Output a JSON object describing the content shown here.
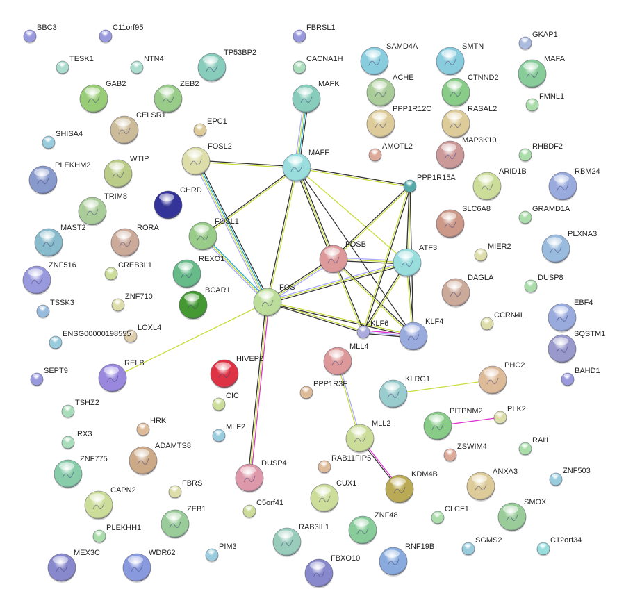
{
  "network": {
    "nodes": [
      {
        "id": "BBC3",
        "color": "#9999dd"
      },
      {
        "id": "C11orf95",
        "color": "#9999dd"
      },
      {
        "id": "FBRSL1",
        "color": "#9999dd"
      },
      {
        "id": "GKAP1",
        "color": "#aabbdd"
      },
      {
        "id": "TESK1",
        "color": "#aaddcc"
      },
      {
        "id": "NTN4",
        "color": "#aaddcc"
      },
      {
        "id": "TP53BP2",
        "color": "#88ccbb"
      },
      {
        "id": "CACNA1H",
        "color": "#aaddbb"
      },
      {
        "id": "SAMD4A",
        "color": "#88ccdd"
      },
      {
        "id": "SMTN",
        "color": "#88ccdd"
      },
      {
        "id": "MAFA",
        "color": "#88cc99"
      },
      {
        "id": "GAB2",
        "color": "#99cc77"
      },
      {
        "id": "ZEB2",
        "color": "#99cc88"
      },
      {
        "id": "MAFK",
        "color": "#88ccbb"
      },
      {
        "id": "ACHE",
        "color": "#aacc99"
      },
      {
        "id": "CTNND2",
        "color": "#88cc88"
      },
      {
        "id": "FMNL1",
        "color": "#aaddaa"
      },
      {
        "id": "CELSR1",
        "color": "#ccbb99"
      },
      {
        "id": "EPC1",
        "color": "#ddcc99"
      },
      {
        "id": "PPP1R12C",
        "color": "#ddcc99"
      },
      {
        "id": "RASAL2",
        "color": "#ddcc99"
      },
      {
        "id": "SHISA4",
        "color": "#99ccdd"
      },
      {
        "id": "MAP3K10",
        "color": "#cc9999"
      },
      {
        "id": "AMOTL2",
        "color": "#ddaa99"
      },
      {
        "id": "RHBDF2",
        "color": "#aaddaa"
      },
      {
        "id": "FOSL2",
        "color": "#ddddaa"
      },
      {
        "id": "MAFF",
        "color": "#99dddd"
      },
      {
        "id": "WTIP",
        "color": "#bbcc88"
      },
      {
        "id": "PLEKHM2",
        "color": "#8899cc"
      },
      {
        "id": "CHRD",
        "color": "#333399"
      },
      {
        "id": "PPP1R15A",
        "color": "#55aaaa"
      },
      {
        "id": "ARID1B",
        "color": "#ccdd99"
      },
      {
        "id": "RBM24",
        "color": "#99aadd"
      },
      {
        "id": "GRAMD1A",
        "color": "#aaddaa"
      },
      {
        "id": "TRIM8",
        "color": "#aacc99"
      },
      {
        "id": "FOSL1",
        "color": "#99cc88"
      },
      {
        "id": "MAST2",
        "color": "#88bbcc"
      },
      {
        "id": "RORA",
        "color": "#ccaa99"
      },
      {
        "id": "SLC6A8",
        "color": "#cc9988"
      },
      {
        "id": "PLXNA3",
        "color": "#99bbdd"
      },
      {
        "id": "FOSB",
        "color": "#dd9999"
      },
      {
        "id": "ATF3",
        "color": "#99dddd"
      },
      {
        "id": "MIER2",
        "color": "#ddddaa"
      },
      {
        "id": "REXO1",
        "color": "#66bb88"
      },
      {
        "id": "ZNF516",
        "color": "#9999dd"
      },
      {
        "id": "CREB3L1",
        "color": "#ccdd99"
      },
      {
        "id": "BCAR1",
        "color": "#449933"
      },
      {
        "id": "FOS",
        "color": "#bbdd99"
      },
      {
        "id": "DAGLA",
        "color": "#ccaa99"
      },
      {
        "id": "DUSP8",
        "color": "#aaddaa"
      },
      {
        "id": "TSSK3",
        "color": "#99bbdd"
      },
      {
        "id": "ZNF710",
        "color": "#ddddaa"
      },
      {
        "id": "EBF4",
        "color": "#99aadd"
      },
      {
        "id": "KLF6",
        "color": "#aaaadd"
      },
      {
        "id": "KLF4",
        "color": "#99aadd"
      },
      {
        "id": "CCRN4L",
        "color": "#ddddaa"
      },
      {
        "id": "LOXL4",
        "color": "#ddccaa"
      },
      {
        "id": "ENSG00000198555",
        "color": "#99ccdd"
      },
      {
        "id": "SQSTM1",
        "color": "#9999cc"
      },
      {
        "id": "MLL4",
        "color": "#dd9999"
      },
      {
        "id": "HIVEP2",
        "color": "#dd3344"
      },
      {
        "id": "RELB",
        "color": "#9988dd"
      },
      {
        "id": "SEPT9",
        "color": "#9999dd"
      },
      {
        "id": "BAHD1",
        "color": "#9999dd"
      },
      {
        "id": "PHC2",
        "color": "#ddbb99"
      },
      {
        "id": "KLRG1",
        "color": "#99cccc"
      },
      {
        "id": "PPP1R3F",
        "color": "#ddbb99"
      },
      {
        "id": "CIC",
        "color": "#ccdd99"
      },
      {
        "id": "TSHZ2",
        "color": "#aaddbb"
      },
      {
        "id": "PLK2",
        "color": "#ddddaa"
      },
      {
        "id": "PITPNM2",
        "color": "#88cc88"
      },
      {
        "id": "HRK",
        "color": "#ddbb99"
      },
      {
        "id": "MLF2",
        "color": "#99ccdd"
      },
      {
        "id": "MLL2",
        "color": "#ccdd99"
      },
      {
        "id": "IRX3",
        "color": "#aaddbb"
      },
      {
        "id": "ZSWIM4",
        "color": "#ddaa99"
      },
      {
        "id": "RAI1",
        "color": "#aaddaa"
      },
      {
        "id": "ADAMTS8",
        "color": "#ccaa88"
      },
      {
        "id": "ZNF775",
        "color": "#88ccaa"
      },
      {
        "id": "RAB11FIP5",
        "color": "#ddbb99"
      },
      {
        "id": "DUSP4",
        "color": "#dd99aa"
      },
      {
        "id": "KDM4B",
        "color": "#bbaa55"
      },
      {
        "id": "ANXA3",
        "color": "#ddcc99"
      },
      {
        "id": "ZNF503",
        "color": "#99ccdd"
      },
      {
        "id": "FBRS",
        "color": "#ddddaa"
      },
      {
        "id": "CAPN2",
        "color": "#ccdd99"
      },
      {
        "id": "CUX1",
        "color": "#ccdd99"
      },
      {
        "id": "C5orf41",
        "color": "#ccdd99"
      },
      {
        "id": "SMOX",
        "color": "#99cc99"
      },
      {
        "id": "CLCF1",
        "color": "#aaddaa"
      },
      {
        "id": "ZEB1",
        "color": "#99cc99"
      },
      {
        "id": "ZNF48",
        "color": "#88cc99"
      },
      {
        "id": "PLEKHH1",
        "color": "#aaddaa"
      },
      {
        "id": "RAB3IL1",
        "color": "#99ccbb"
      },
      {
        "id": "SGMS2",
        "color": "#99ccdd"
      },
      {
        "id": "C12orf34",
        "color": "#99dddd"
      },
      {
        "id": "RNF19B",
        "color": "#88aadd"
      },
      {
        "id": "PIM3",
        "color": "#99ccdd"
      },
      {
        "id": "MEX3C",
        "color": "#8888cc"
      },
      {
        "id": "WDR62",
        "color": "#8899dd"
      },
      {
        "id": "FBXO10",
        "color": "#8888cc"
      }
    ],
    "edge_colors": {
      "black": "#333333",
      "yellow": "#c8dc3c",
      "teal": "#22aacc",
      "blue": "#aaaaff",
      "magenta": "#dd33cc"
    },
    "edges": [
      {
        "s": "MAFK",
        "t": "MAFF",
        "c": [
          "black",
          "teal",
          "yellow",
          "blue"
        ]
      },
      {
        "s": "MAFF",
        "t": "FOSL2",
        "c": [
          "yellow",
          "black"
        ]
      },
      {
        "s": "MAFF",
        "t": "FOSL1",
        "c": [
          "yellow",
          "black"
        ]
      },
      {
        "s": "MAFF",
        "t": "FOS",
        "c": [
          "yellow",
          "black"
        ]
      },
      {
        "s": "MAFF",
        "t": "FOSB",
        "c": [
          "black",
          "yellow",
          "black"
        ]
      },
      {
        "s": "MAFF",
        "t": "PPP1R15A",
        "c": [
          "black",
          "yellow"
        ]
      },
      {
        "s": "MAFF",
        "t": "ATF3",
        "c": [
          "yellow"
        ]
      },
      {
        "s": "MAFF",
        "t": "KLF4",
        "c": [
          "black"
        ]
      },
      {
        "s": "FOSL2",
        "t": "FOS",
        "c": [
          "black",
          "teal",
          "yellow",
          "blue"
        ]
      },
      {
        "s": "FOSL1",
        "t": "FOS",
        "c": [
          "teal",
          "yellow",
          "blue"
        ]
      },
      {
        "s": "FOS",
        "t": "FOSB",
        "c": [
          "black",
          "yellow",
          "blue"
        ]
      },
      {
        "s": "FOS",
        "t": "ATF3",
        "c": [
          "blue",
          "yellow",
          "black"
        ]
      },
      {
        "s": "FOS",
        "t": "KLF6",
        "c": [
          "yellow",
          "black"
        ]
      },
      {
        "s": "FOS",
        "t": "KLF4",
        "c": [
          "yellow",
          "black"
        ]
      },
      {
        "s": "FOS",
        "t": "RELB",
        "c": [
          "yellow"
        ]
      },
      {
        "s": "FOS",
        "t": "DUSP4",
        "c": [
          "magenta",
          "yellow",
          "black"
        ]
      },
      {
        "s": "FOSB",
        "t": "PPP1R15A",
        "c": [
          "black",
          "yellow"
        ]
      },
      {
        "s": "FOSB",
        "t": "ATF3",
        "c": [
          "blue",
          "yellow",
          "black"
        ]
      },
      {
        "s": "FOSB",
        "t": "KLF6",
        "c": [
          "black",
          "yellow"
        ]
      },
      {
        "s": "FOSB",
        "t": "KLF4",
        "c": [
          "black",
          "yellow"
        ]
      },
      {
        "s": "PPP1R15A",
        "t": "ATF3",
        "c": [
          "yellow",
          "black"
        ]
      },
      {
        "s": "PPP1R15A",
        "t": "KLF6",
        "c": [
          "black",
          "yellow"
        ]
      },
      {
        "s": "PPP1R15A",
        "t": "KLF4",
        "c": [
          "black"
        ]
      },
      {
        "s": "ATF3",
        "t": "KLF6",
        "c": [
          "yellow",
          "black"
        ]
      },
      {
        "s": "ATF3",
        "t": "KLF4",
        "c": [
          "black",
          "yellow"
        ]
      },
      {
        "s": "KLF6",
        "t": "KLF4",
        "c": [
          "magenta",
          "blue",
          "black"
        ]
      },
      {
        "s": "MLL4",
        "t": "MLL2",
        "c": [
          "blue",
          "yellow"
        ]
      },
      {
        "s": "MLL2",
        "t": "KDM4B",
        "c": [
          "magenta",
          "black"
        ]
      },
      {
        "s": "KLRG1",
        "t": "PHC2",
        "c": [
          "yellow"
        ]
      },
      {
        "s": "PITPNM2",
        "t": "PLK2",
        "c": [
          "magenta"
        ]
      }
    ]
  }
}
